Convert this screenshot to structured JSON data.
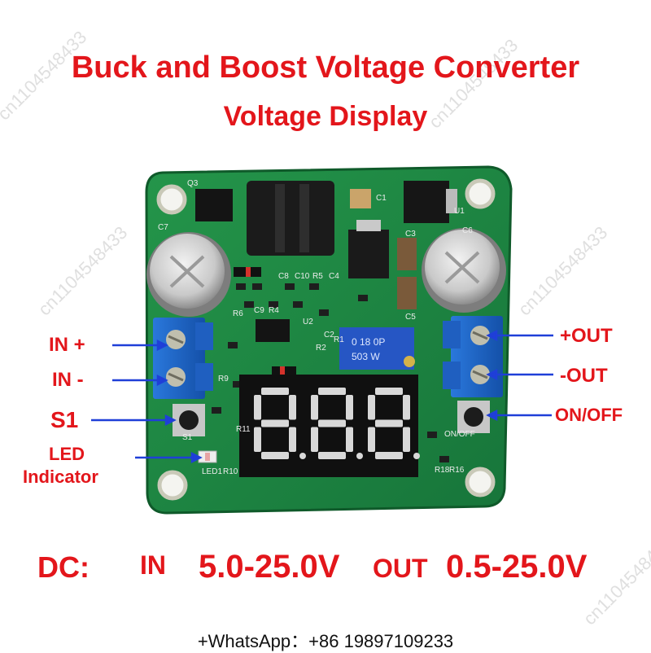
{
  "title": {
    "line1": "Buck and Boost Voltage Converter",
    "line2": "Voltage Display"
  },
  "labels": {
    "in_plus": "IN +",
    "in_minus": "IN -",
    "s1": "S1",
    "led": "LED",
    "indicator": "Indicator",
    "out_plus": "+OUT",
    "out_minus": "-OUT",
    "on_off": "ON/OFF"
  },
  "display": {
    "digits": "888",
    "digit_color": "#d8d8d8",
    "background": "#101010"
  },
  "silkscreen": [
    "Q3",
    "C1",
    "C7",
    "C6",
    "U1",
    "C3",
    "C8",
    "C10",
    "R5",
    "C4",
    "R1",
    "R6",
    "C9",
    "R4",
    "C5",
    "U2",
    "C2",
    "R2",
    "R9",
    "R11",
    "S1",
    "LED1",
    "R10",
    "R18",
    "R16",
    "ON/OFF"
  ],
  "footer": {
    "dc": "DC:",
    "in": "IN",
    "in_range": "5.0-25.0V",
    "out": "OUT",
    "out_range": "0.5-25.0V"
  },
  "contact": "+WhatsApp：+86 19897109233",
  "watermark": "cn1104548433",
  "colors": {
    "label_red": "#e3161b",
    "pcb_green": "#1f8a3a",
    "arrow_blue": "#1f3fd8",
    "terminal_blue": "#1d63c6"
  }
}
